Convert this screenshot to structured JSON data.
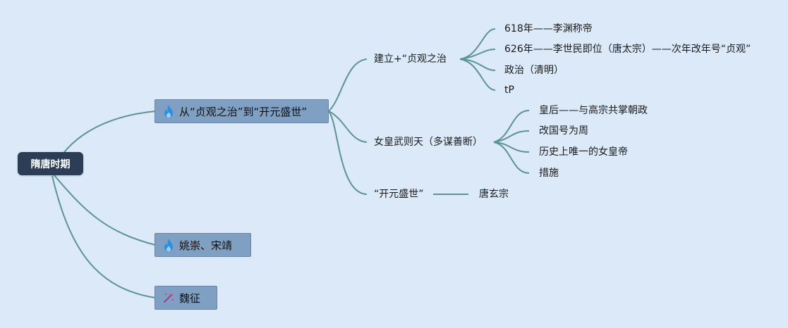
{
  "root": {
    "label": "隋唐时期"
  },
  "branches": [
    {
      "label": "从“贞观之治”到“开元盛世”",
      "icon": "fire-icon",
      "subs": [
        {
          "label": "建立+“贞观之治",
          "leaves": [
            "618年——李渊称帝",
            "626年——李世民即位（唐太宗）——次年改年号“贞观”",
            "政治（清明）",
            "tP"
          ]
        },
        {
          "label": "女皇武则天（多谋善断）",
          "leaves": [
            "皇后——与高宗共掌朝政",
            "改国号为周",
            "历史上唯一的女皇帝",
            "措施"
          ]
        },
        {
          "label": "“开元盛世”",
          "leaves": [
            "唐玄宗"
          ]
        }
      ]
    },
    {
      "label": "姚崇、宋靖",
      "icon": "fire-icon",
      "subs": []
    },
    {
      "label": "魏征",
      "icon": "magic-wand-icon",
      "subs": []
    }
  ],
  "colors": {
    "background": "#dbe9f8",
    "link": "#5c9490",
    "root": "#2c3e55",
    "branch": "#7f9fc3"
  }
}
